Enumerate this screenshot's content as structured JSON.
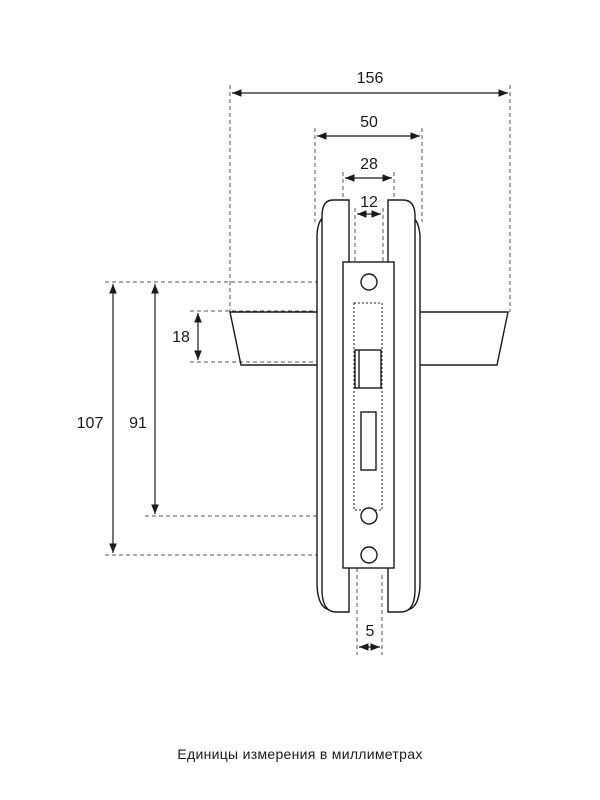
{
  "dimensions": {
    "overall_width": "156",
    "rosette_width": "50",
    "body_width": "28",
    "faceplate_width": "12",
    "handle_height": "18",
    "spindle_to_lower_screw": "91",
    "spindle_to_bottom_screw": "107",
    "screw_offset": "5"
  },
  "caption": "Единицы измерения в миллиметрах",
  "colors": {
    "line": "#1a1a1a",
    "dashed": "#555555"
  }
}
